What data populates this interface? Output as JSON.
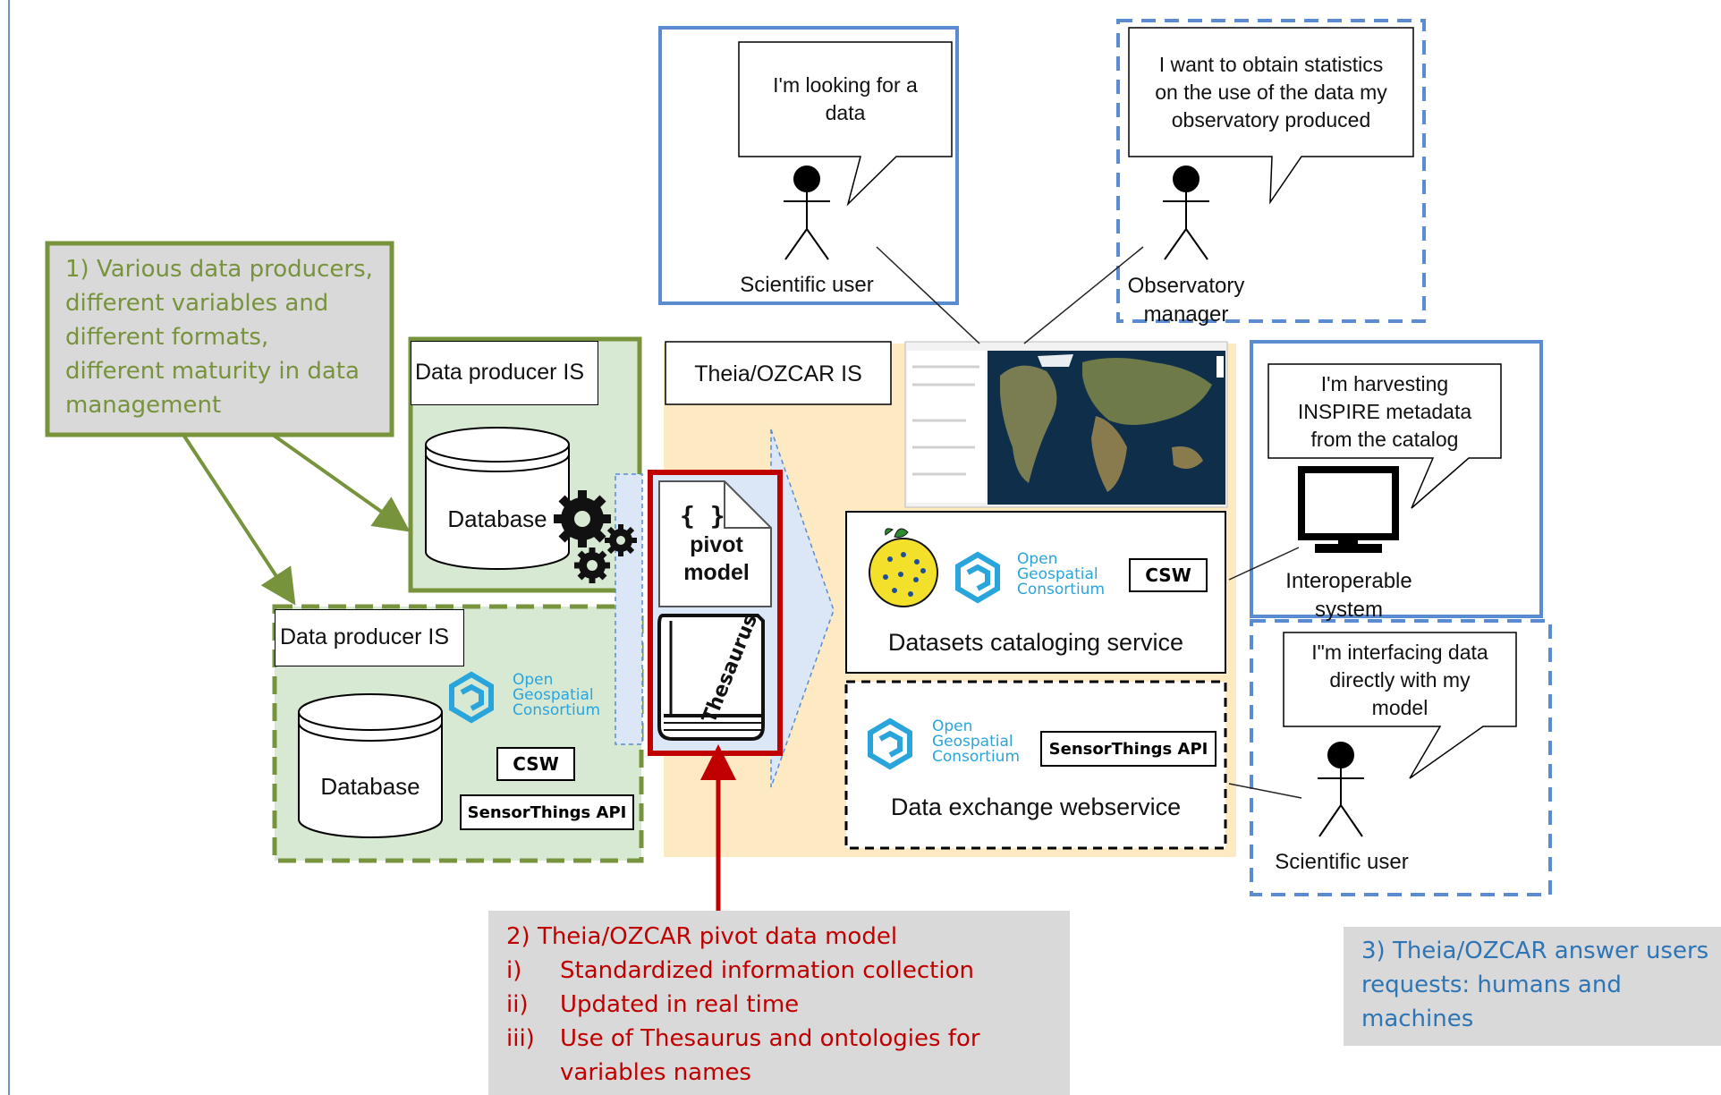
{
  "producers_note": {
    "lines": [
      "1) Various data producers,",
      "different variables and",
      "different formats,",
      "different maturity in data",
      "management"
    ],
    "color": "#77933c"
  },
  "producer_is_1": {
    "label": "Data producer IS",
    "db": "Database"
  },
  "producer_is_2": {
    "label": "Data producer IS",
    "db": "Database",
    "csw": "CSW",
    "sta": "SensorThings API"
  },
  "pivot": {
    "label_1": "pivot",
    "label_2": "model",
    "braces": "{ }",
    "book_text": "Thesaurus"
  },
  "theia": {
    "label": "Theia/OZCAR IS",
    "catalog": {
      "title": "Datasets cataloging service",
      "csw": "CSW"
    },
    "exchange": {
      "title": "Data exchange webservice",
      "sta": "SensorThings API"
    }
  },
  "ogc_text": "Open\nGeospatial\nConsortium",
  "personas": {
    "scientific_user_top": {
      "speech": [
        "I'm looking for a",
        "data"
      ],
      "name": "Scientific user"
    },
    "observatory_manager": {
      "speech": [
        "I want to obtain statistics",
        "on the use of the data my",
        "observatory produced"
      ],
      "name_1": "Observatory",
      "name_2": "manager"
    },
    "interoperable_system": {
      "speech": [
        "I'm harvesting",
        "INSPIRE metadata",
        "from the catalog"
      ],
      "name_1": "Interoperable",
      "name_2": "system"
    },
    "scientific_user_bottom": {
      "speech": [
        "I\"m interfacing data",
        "directly with my",
        "model"
      ],
      "name": "Scientific user"
    }
  },
  "pivot_note": {
    "title": "2) Theia/OZCAR pivot data model",
    "items": [
      {
        "num": "i)",
        "text": "Standardized information collection"
      },
      {
        "num": "ii)",
        "text": "Updated in real time"
      },
      {
        "num": "iii)",
        "text": "Use of Thesaurus and ontologies for"
      }
    ],
    "continuation": "variables names",
    "color": "#c00000"
  },
  "answer_note": {
    "lines": [
      "3) Theia/OZCAR answer users",
      "requests: humans and",
      "machines"
    ],
    "color": "#2e75b6"
  },
  "colors": {
    "green_border": "#77933c",
    "green_fill": "#d7e9d3",
    "blue_border": "#5b8bd0",
    "red_border": "#c00000",
    "theia_fill": "#fde9c2",
    "note_gray": "#d9d9d9"
  }
}
